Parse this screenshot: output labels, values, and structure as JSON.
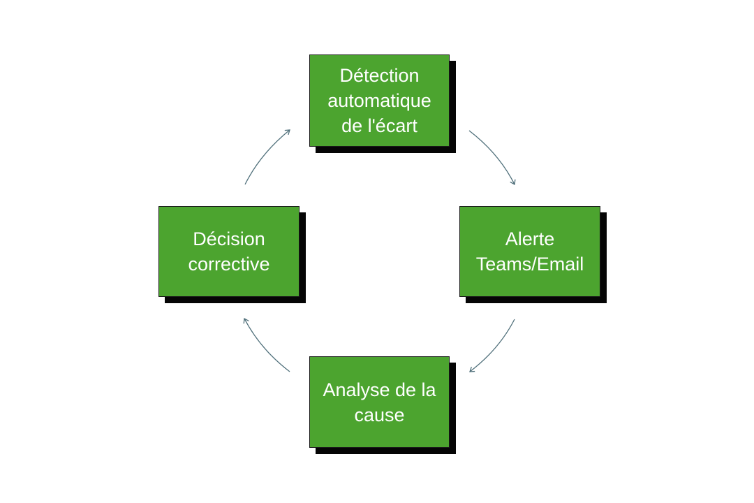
{
  "diagram": {
    "type": "cycle",
    "colors": {
      "box_fill": "#4ca42f",
      "box_shadow": "#050505",
      "box_text": "#ffffff",
      "arrow": "#4f6f7a"
    },
    "steps": [
      {
        "id": "detection",
        "label": "Détection\nautomatique\nde l'écart"
      },
      {
        "id": "alerte",
        "label": "Alerte\nTeams/Email"
      },
      {
        "id": "analyse",
        "label": "Analyse de la\ncause"
      },
      {
        "id": "decision",
        "label": "Décision\ncorrective"
      }
    ],
    "flow": [
      "detection",
      "alerte",
      "analyse",
      "decision",
      "detection"
    ]
  }
}
